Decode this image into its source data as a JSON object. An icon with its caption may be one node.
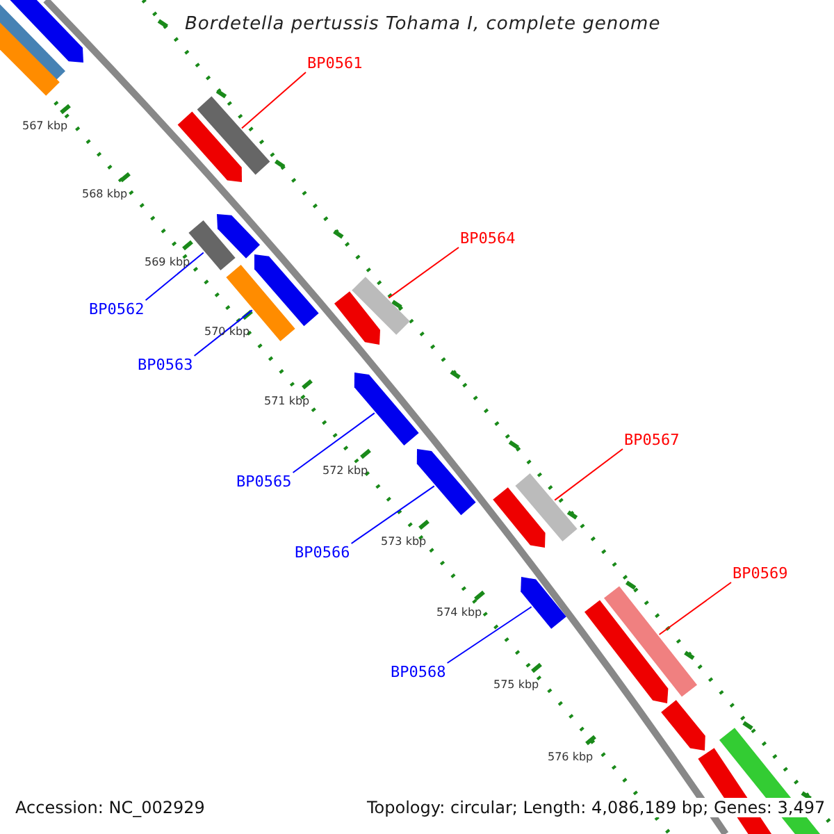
{
  "diagram": {
    "title": "Bordetella pertussis Tohama I, complete genome",
    "nodes": [
      {
        "text": [
          "BP0561"
        ]
      },
      {
        "text": [],
        "shape": "bar"
      },
      {
        "text": [
          "BP0564"
        ]
      },
      {
        "text": [],
        "shape": "bar"
      },
      {
        "text": [
          "BP0562"
        ]
      },
      {
        "text": [],
        "shape": "bar"
      },
      {
        "text": [
          "BP0563"
        ]
      },
      {
        "text": [],
        "shape": "bar"
      },
      {
        "text": [
          "BP0567"
        ]
      },
      {
        "text": [],
        "shape": "bar"
      },
      {
        "text": [
          "BP0565"
        ]
      },
      {
        "text": [],
        "shape": "arrow"
      },
      {
        "text": [
          "BP0566"
        ]
      },
      {
        "text": [],
        "shape": "arrow"
      },
      {
        "text": [
          "BP0569"
        ]
      },
      {
        "text": [],
        "shape": "bar"
      },
      {
        "text": [
          "BP0568"
        ]
      },
      {
        "text": [],
        "shape": "arrow"
      },
      {
        "text": [],
        "shape": "arrow"
      },
      {
        "text": [],
        "shape": "bar"
      },
      {
        "text": [],
        "shape": "bar"
      },
      {
        "text": [],
        "shape": "arrow"
      },
      {
        "text": [],
        "shape": "arrow"
      },
      {
        "text": [],
        "shape": "arrow"
      },
      {
        "text": [],
        "shape": "arrow"
      },
      {
        "text": [],
        "shape": "arrow"
      },
      {
        "text": [],
        "shape": "arrow"
      },
      {
        "text": [],
        "shape": "arrow"
      },
      {
        "text": [],
        "shape": "bar"
      },
      {
        "text": [],
        "shape": "bar"
      }
    ],
    "edges": [
      {
        "from": 0,
        "to": 1,
        "arrow": "none",
        "color": "#ff0000"
      },
      {
        "from": 2,
        "to": 3,
        "arrow": "none",
        "color": "#ff0000"
      },
      {
        "from": 4,
        "to": 5,
        "arrow": "none",
        "color": "#0000ff"
      },
      {
        "from": 6,
        "to": 7,
        "arrow": "none",
        "color": "#0000ff"
      },
      {
        "from": 8,
        "to": 9,
        "arrow": "none",
        "color": "#ff0000"
      },
      {
        "from": 10,
        "to": 11,
        "arrow": "none",
        "color": "#0000ff"
      },
      {
        "from": 12,
        "to": 13,
        "arrow": "none",
        "color": "#0000ff"
      },
      {
        "from": 14,
        "to": 15,
        "arrow": "none",
        "color": "#ff0000"
      },
      {
        "from": 16,
        "to": 17,
        "arrow": "none",
        "color": "#0000ff"
      }
    ],
    "labels": [
      "567 kbp",
      "568 kbp",
      "569 kbp",
      "570 kbp",
      "571 kbp",
      "572 kbp",
      "573 kbp",
      "574 kbp",
      "575 kbp",
      "576 kbp",
      "Accession: NC_002929",
      "Topology: circular; Length: 4,086,189 bp; Genes: 3,497"
    ]
  }
}
